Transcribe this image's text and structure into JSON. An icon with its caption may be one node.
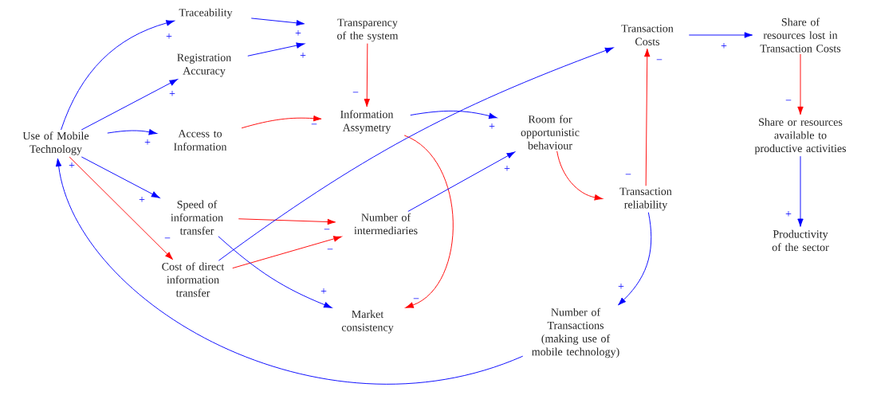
{
  "diagram": {
    "nodes": [
      {
        "text": [
          "Use of Mobile Technology"
        ]
      },
      {
        "text": [
          "Traceability"
        ]
      },
      {
        "text": [
          "Registration Accuracy"
        ]
      },
      {
        "text": [
          "Access to Information"
        ]
      },
      {
        "text": [
          "Transparency of the system"
        ]
      },
      {
        "text": [
          "Information Assymetry"
        ]
      },
      {
        "text": [
          "Speed of information transfer"
        ]
      },
      {
        "text": [
          "Cost of direct information transfer"
        ]
      },
      {
        "text": [
          "Number of intermediaries"
        ]
      },
      {
        "text": [
          "Market consistency"
        ]
      },
      {
        "text": [
          "Room for opportunistic behaviour"
        ]
      },
      {
        "text": [
          "Transaction Costs"
        ]
      },
      {
        "text": [
          "Transaction reliability"
        ]
      },
      {
        "text": [
          "Share of resources lost in Transaction Costs"
        ]
      },
      {
        "text": [
          "Share or resources available to productive activities"
        ]
      },
      {
        "text": [
          "Productivity of the sector"
        ]
      },
      {
        "text": [
          "Number of Transactions (making use of mobile technology)"
        ]
      }
    ],
    "edges": [
      {
        "from": 0,
        "to": 1,
        "arrow": "to",
        "label": "+"
      },
      {
        "from": 0,
        "to": 2,
        "arrow": "to",
        "label": "+"
      },
      {
        "from": 0,
        "to": 3,
        "arrow": "to",
        "label": "+"
      },
      {
        "from": 0,
        "to": 6,
        "arrow": "to",
        "label": "+"
      },
      {
        "from": 0,
        "to": 7,
        "arrow": "to",
        "label": "−",
        "color": "#ff0000"
      },
      {
        "from": 1,
        "to": 4,
        "arrow": "to",
        "label": "+"
      },
      {
        "from": 2,
        "to": 4,
        "arrow": "to",
        "label": "+"
      },
      {
        "from": 4,
        "to": 5,
        "arrow": "to",
        "label": "−",
        "color": "#ff0000"
      },
      {
        "from": 3,
        "to": 5,
        "arrow": "to",
        "label": "−",
        "color": "#ff0000"
      },
      {
        "from": 5,
        "to": 10,
        "arrow": "to",
        "label": "+"
      },
      {
        "from": 5,
        "to": 9,
        "arrow": "to",
        "label": "−",
        "color": "#ff0000"
      },
      {
        "from": 6,
        "to": 8,
        "arrow": "to",
        "label": "−",
        "color": "#ff0000"
      },
      {
        "from": 7,
        "to": 8,
        "arrow": "to",
        "label": "−",
        "color": "#ff0000"
      },
      {
        "from": 6,
        "to": 9,
        "arrow": "to",
        "label": "+"
      },
      {
        "from": 7,
        "to": 11,
        "arrow": "to"
      },
      {
        "from": 8,
        "to": 10,
        "arrow": "to",
        "label": "+"
      },
      {
        "from": 10,
        "to": 12,
        "arrow": "to",
        "label": "−",
        "color": "#ff0000"
      },
      {
        "from": 12,
        "to": 11,
        "arrow": "to",
        "label": "−",
        "color": "#ff0000"
      },
      {
        "from": 11,
        "to": 13,
        "arrow": "to",
        "label": "+"
      },
      {
        "from": 13,
        "to": 14,
        "arrow": "to",
        "label": "−",
        "color": "#ff0000"
      },
      {
        "from": 14,
        "to": 15,
        "arrow": "to",
        "label": "+"
      },
      {
        "from": 12,
        "to": 16,
        "arrow": "to",
        "label": "+"
      },
      {
        "from": 16,
        "to": 0,
        "arrow": "to",
        "label": "+"
      }
    ]
  }
}
